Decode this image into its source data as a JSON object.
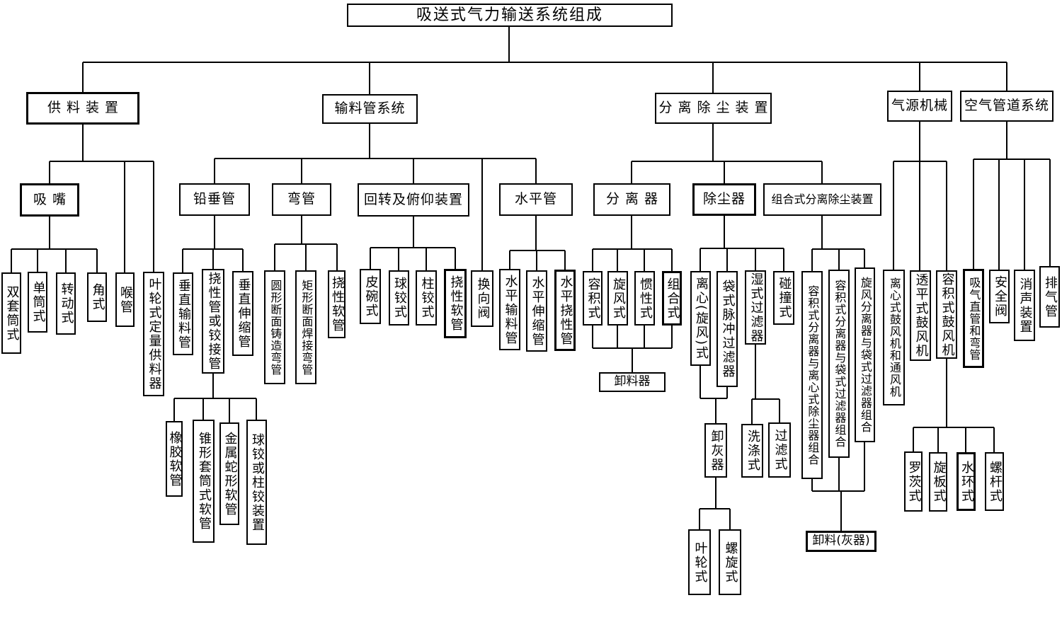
{
  "diagram": {
    "type": "tree",
    "title": "吸送式气力输送系统组成",
    "colors": {
      "background": "#ffffff",
      "box_border": "#000000",
      "line": "#000000",
      "text": "#000000"
    }
  },
  "nodes": {
    "root": "吸送式气力输送系统组成",
    "feeding": "供料装置",
    "pipe_system": "输料管系统",
    "separation": "分离除尘装置",
    "air_source": "气源机械",
    "air_duct": "空气管道系统",
    "nozzle": "吸嘴",
    "double_sleeve": "双套筒式",
    "single_tube": "单筒式",
    "rotary": "转动式",
    "angle": "角式",
    "throat": "喉管",
    "impeller_feeder": "叶轮式定量供料器",
    "vertical_pipe": "铅垂管",
    "vert_conveying": "垂直输料管",
    "flexible_or_hinged": "挠性管或铰接管",
    "vert_telescopic": "垂直伸缩管",
    "rubber_hose": "橡胶软管",
    "cone_sleeve_hose": "锥形套筒式软管",
    "metal_snake_hose": "金属蛇形软管",
    "ball_or_pillar_hinge": "球铰或柱铰装置",
    "bend_pipe": "弯管",
    "round_cast_bend": "圆形断面铸造弯管",
    "rect_welded_bend": "矩形断面焊接弯管",
    "flexible_hose_bend": "挠性软管",
    "slew_pitch": "回转及俯仰装置",
    "leather_bowl": "皮碗式",
    "ball_hinge": "球铰式",
    "pillar_hinge": "柱铰式",
    "flexible_hose_slew": "挠性软管",
    "reversing_valve": "换向阀",
    "horizontal_pipe": "水平管",
    "horiz_conveying": "水平输料管",
    "horiz_telescopic": "水平伸缩管",
    "horiz_flexible": "水平挠性管",
    "separator": "分离器",
    "volumetric": "容积式",
    "cyclone": "旋风式",
    "inertial": "惯性式",
    "combined": "组合式",
    "discharger": "卸料器",
    "dust_collector": "除尘器",
    "centrifugal_cyclone": "离心(旋风)式",
    "bag_pulse_filter": "袋式脉冲过滤器",
    "wet_filter": "湿式过滤器",
    "impact": "碰撞式",
    "ash_discharger": "卸灰器",
    "washing": "洗涤式",
    "filtering": "过滤式",
    "impeller_type": "叶轮式",
    "screw_type": "螺旋式",
    "combined_unit": "组合式分离除尘装置",
    "combo_volumetric_centrifugal": "容积式分离器与离心式除尘器组合",
    "combo_volumetric_bag": "容积式分离器与袋式过滤器组合",
    "combo_cyclone_bag": "旋风分离器与袋式过滤器组合",
    "material_ash_discharger": "卸料(灰器)",
    "centrifugal_blower": "离心式鼓风机和通风机",
    "turbo_blower": "透平式鼓风机",
    "volumetric_blower": "容积式鼓风机",
    "roots_type": "罗茨式",
    "rotary_vane": "旋板式",
    "water_ring": "水环式",
    "screw_blower": "螺杆式",
    "suction_pipes": "吸气直管和弯管",
    "safety_valve": "安全阀",
    "silencer": "消声装置",
    "exhaust_pipe": "排气管"
  },
  "hierarchy": {
    "id": "root",
    "children": [
      {
        "id": "feeding",
        "children": [
          {
            "id": "nozzle",
            "children": [
              {
                "id": "double_sleeve"
              },
              {
                "id": "single_tube"
              },
              {
                "id": "rotary"
              },
              {
                "id": "angle"
              }
            ]
          },
          {
            "id": "throat"
          },
          {
            "id": "impeller_feeder"
          }
        ]
      },
      {
        "id": "pipe_system",
        "children": [
          {
            "id": "vertical_pipe",
            "children": [
              {
                "id": "vert_conveying"
              },
              {
                "id": "flexible_or_hinged",
                "children": [
                  {
                    "id": "rubber_hose"
                  },
                  {
                    "id": "cone_sleeve_hose"
                  },
                  {
                    "id": "metal_snake_hose"
                  },
                  {
                    "id": "ball_or_pillar_hinge"
                  }
                ]
              },
              {
                "id": "vert_telescopic"
              }
            ]
          },
          {
            "id": "bend_pipe",
            "children": [
              {
                "id": "round_cast_bend"
              },
              {
                "id": "rect_welded_bend"
              },
              {
                "id": "flexible_hose_bend"
              }
            ]
          },
          {
            "id": "slew_pitch",
            "children": [
              {
                "id": "leather_bowl"
              },
              {
                "id": "ball_hinge"
              },
              {
                "id": "pillar_hinge"
              },
              {
                "id": "flexible_hose_slew"
              }
            ]
          },
          {
            "id": "reversing_valve"
          },
          {
            "id": "horizontal_pipe",
            "children": [
              {
                "id": "horiz_conveying"
              },
              {
                "id": "horiz_telescopic"
              },
              {
                "id": "horiz_flexible"
              }
            ]
          }
        ]
      },
      {
        "id": "separation",
        "children": [
          {
            "id": "separator",
            "children": [
              {
                "id": "volumetric"
              },
              {
                "id": "cyclone"
              },
              {
                "id": "inertial"
              },
              {
                "id": "combined"
              }
            ],
            "joint_output": {
              "id": "discharger"
            }
          },
          {
            "id": "dust_collector",
            "children": [
              {
                "id": "centrifugal_cyclone"
              },
              {
                "id": "bag_pulse_filter"
              },
              {
                "id": "wet_filter",
                "children": [
                  {
                    "id": "washing"
                  },
                  {
                    "id": "filtering"
                  }
                ]
              },
              {
                "id": "impact"
              }
            ],
            "joint_output_of_first_two": {
              "id": "ash_discharger",
              "children": [
                {
                  "id": "impeller_type"
                },
                {
                  "id": "screw_type"
                }
              ]
            }
          },
          {
            "id": "combined_unit",
            "children": [
              {
                "id": "combo_volumetric_centrifugal"
              },
              {
                "id": "combo_volumetric_bag"
              },
              {
                "id": "combo_cyclone_bag"
              }
            ],
            "joint_output": {
              "id": "material_ash_discharger"
            }
          }
        ]
      },
      {
        "id": "air_source",
        "children": [
          {
            "id": "centrifugal_blower"
          },
          {
            "id": "turbo_blower"
          },
          {
            "id": "volumetric_blower",
            "children": [
              {
                "id": "roots_type"
              },
              {
                "id": "rotary_vane"
              },
              {
                "id": "water_ring"
              },
              {
                "id": "screw_blower"
              }
            ]
          }
        ]
      },
      {
        "id": "air_duct",
        "children": [
          {
            "id": "suction_pipes"
          },
          {
            "id": "safety_valve"
          },
          {
            "id": "silencer"
          },
          {
            "id": "exhaust_pipe"
          }
        ]
      }
    ]
  }
}
